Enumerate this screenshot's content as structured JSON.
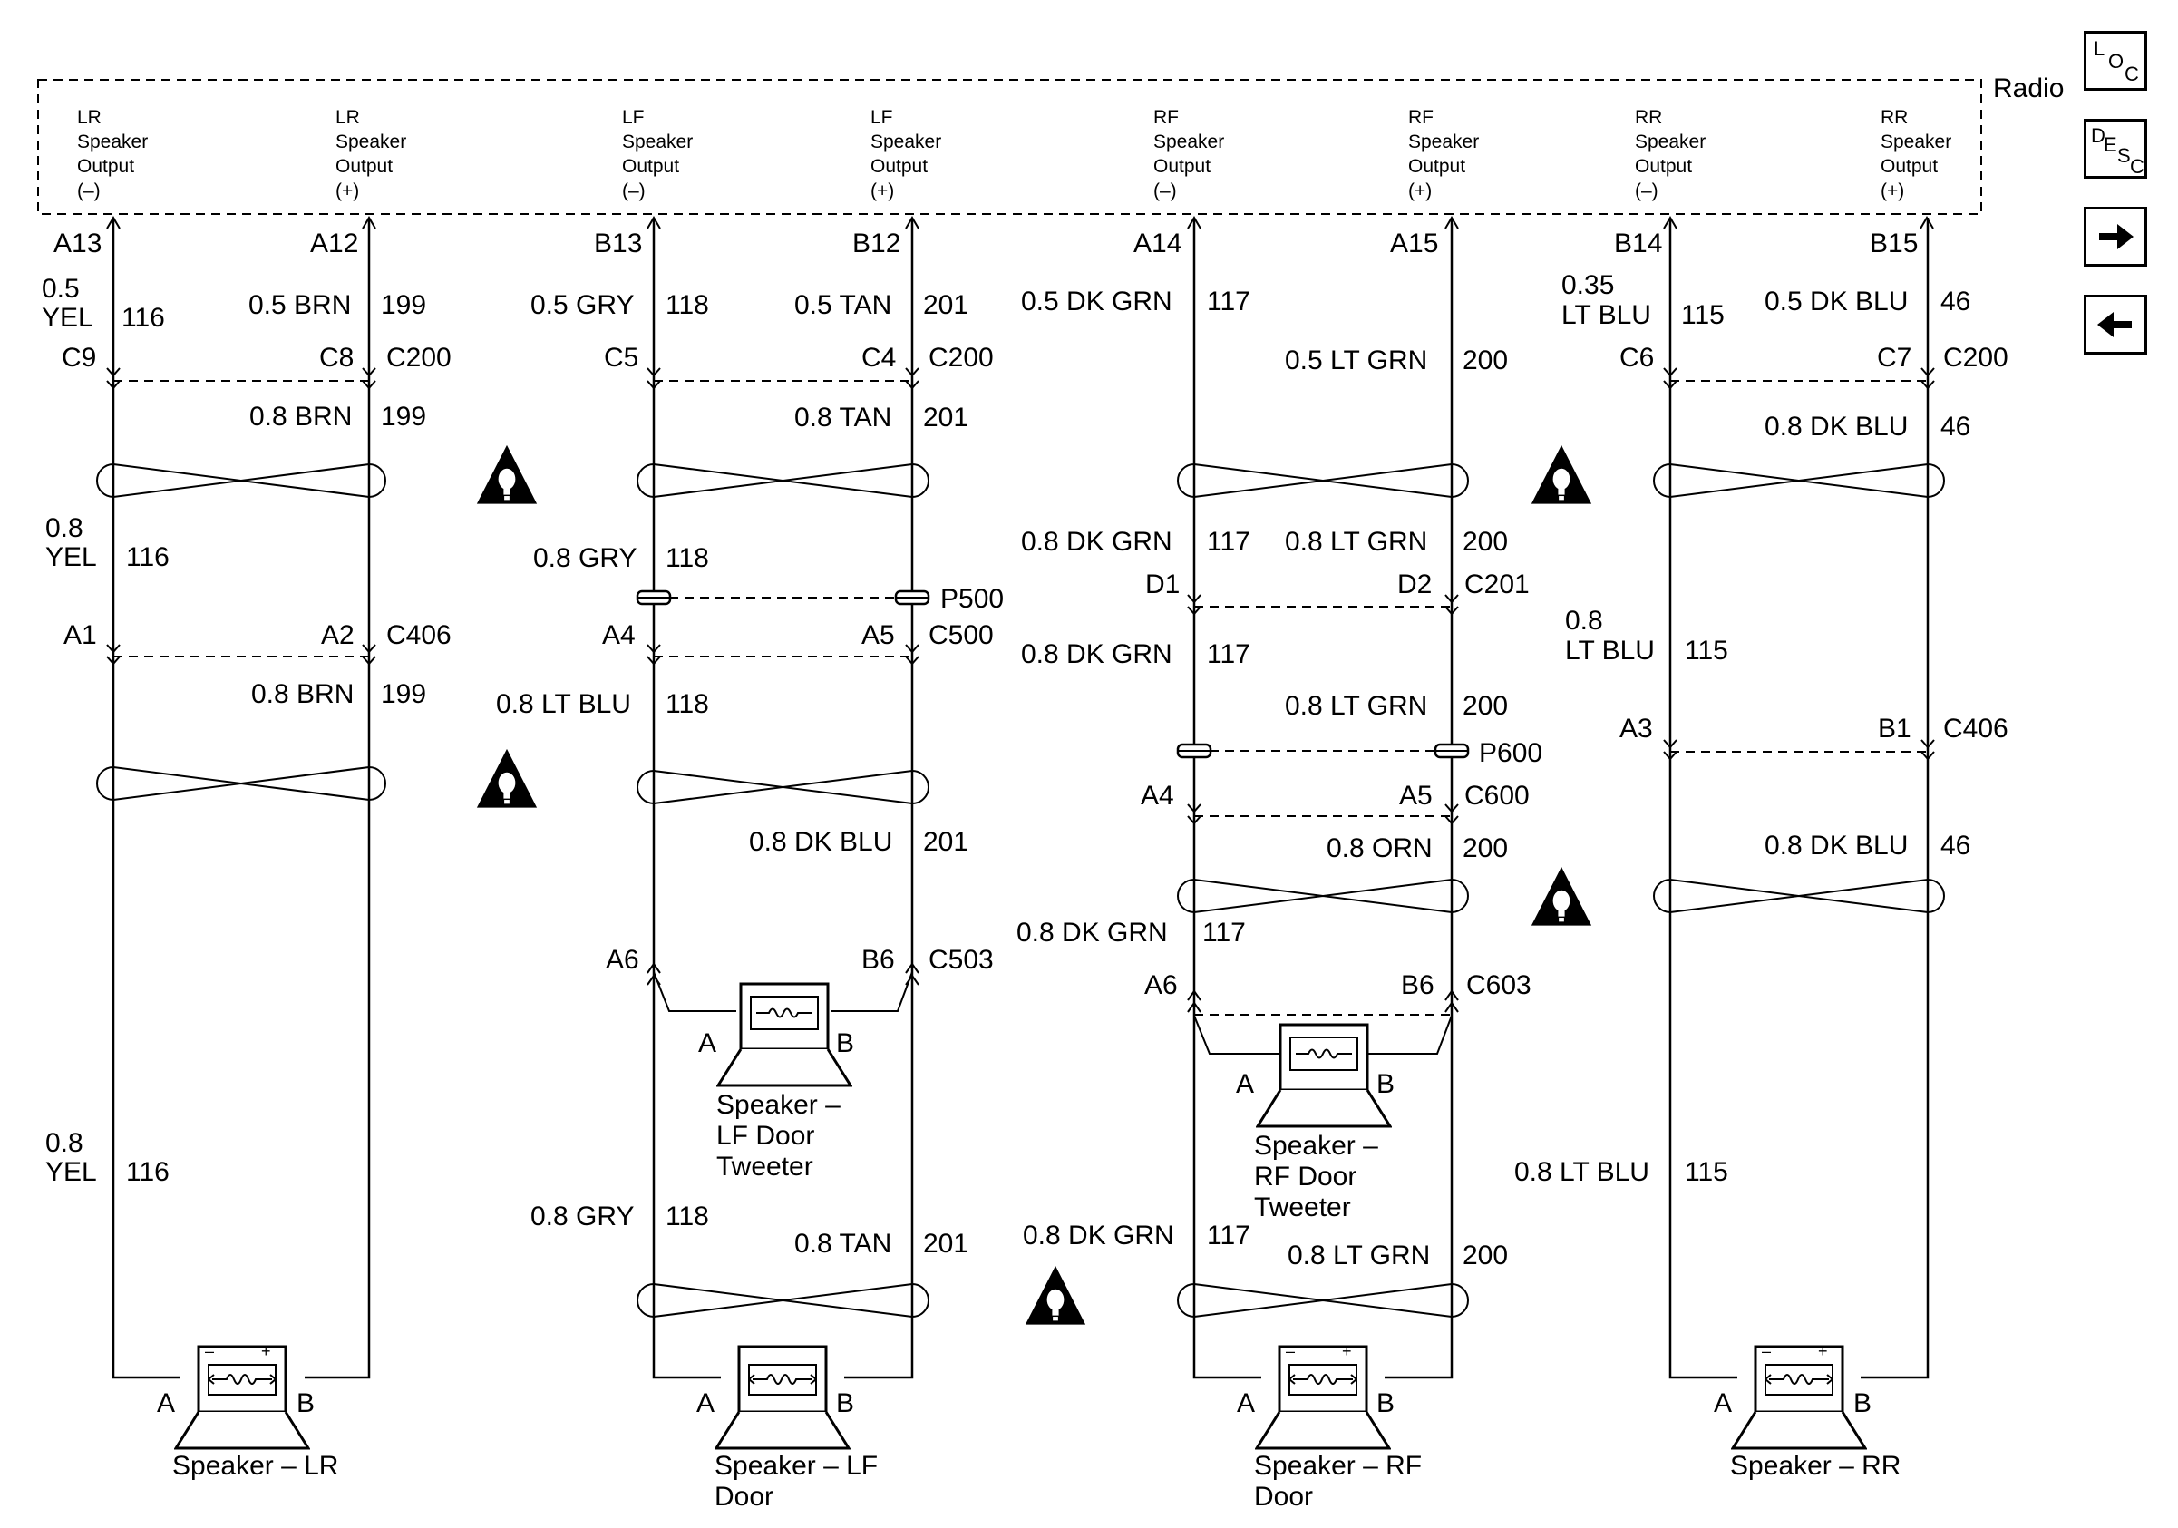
{
  "module_label": "Radio",
  "outputs": [
    {
      "l1": "LR",
      "l2": "Speaker",
      "l3": "Output",
      "l4": "(–)"
    },
    {
      "l1": "LR",
      "l2": "Speaker",
      "l3": "Output",
      "l4": "(+)"
    },
    {
      "l1": "LF",
      "l2": "Speaker",
      "l3": "Output",
      "l4": "(–)"
    },
    {
      "l1": "LF",
      "l2": "Speaker",
      "l3": "Output",
      "l4": "(+)"
    },
    {
      "l1": "RF",
      "l2": "Speaker",
      "l3": "Output",
      "l4": "(–)"
    },
    {
      "l1": "RF",
      "l2": "Speaker",
      "l3": "Output",
      "l4": "(+)"
    },
    {
      "l1": "RR",
      "l2": "Speaker",
      "l3": "Output",
      "l4": "(–)"
    },
    {
      "l1": "RR",
      "l2": "Speaker",
      "l3": "Output",
      "l4": "(+)"
    }
  ],
  "pins": [
    "A13",
    "A12",
    "B13",
    "B12",
    "A14",
    "A15",
    "B14",
    "B15"
  ],
  "wires": {
    "w1": [
      "0.5",
      "YEL",
      "116",
      "0.8",
      "YEL",
      "116",
      "0.8",
      "YEL",
      "116"
    ],
    "w2": [
      "0.5 BRN",
      "199",
      "0.8 BRN",
      "199",
      "0.8 BRN",
      "199"
    ],
    "w3": [
      "0.5 GRY",
      "118",
      "0.8 GRY",
      "118",
      "0.8 LT BLU",
      "118",
      "0.8 GRY",
      "118"
    ],
    "w4": [
      "0.5 TAN",
      "201",
      "0.8 TAN",
      "201",
      "0.8 DK BLU",
      "201",
      "0.8 TAN",
      "201"
    ],
    "w5": [
      "0.5 DK GRN",
      "117",
      "0.8 DK GRN",
      "117",
      "0.8 DK GRN",
      "117",
      "0.8 DK GRN",
      "117",
      "0.8 DK GRN",
      "117"
    ],
    "w6": [
      "0.5 LT GRN",
      "200",
      "0.8 LT GRN",
      "200",
      "0.8 LT GRN",
      "200",
      "0.8 ORN",
      "200",
      "0.8 LT GRN",
      "200"
    ],
    "w7": [
      "0.35",
      "LT BLU",
      "115",
      "0.8",
      "LT BLU",
      "115",
      "0.8 LT BLU",
      "115"
    ],
    "w8": [
      "0.5 DK BLU",
      "46",
      "0.8 DK BLU",
      "46",
      "0.8 DK BLU",
      "46"
    ]
  },
  "connectors": {
    "c_lr_c200": [
      "C9",
      "C8",
      "C200"
    ],
    "c_lf_c200": [
      "C5",
      "C4",
      "C200"
    ],
    "c_rr_c200": [
      "C6",
      "C7",
      "C200"
    ],
    "c201": [
      "D1",
      "D2",
      "C201"
    ],
    "c406_left": [
      "A1",
      "A2",
      "C406"
    ],
    "c500": [
      "A4",
      "A5",
      "C500"
    ],
    "c406_right": [
      "A3",
      "B1",
      "C406"
    ],
    "c600": [
      "A4",
      "A5",
      "C600"
    ],
    "c503": [
      "A6",
      "B6",
      "C503"
    ],
    "c603": [
      "A6",
      "B6",
      "C603"
    ],
    "p500": "P500",
    "p600": "P600"
  },
  "tweeters": {
    "lf": {
      "a": "A",
      "b": "B",
      "l1": "Speaker –",
      "l2": "LF Door",
      "l3": "Tweeter"
    },
    "rf": {
      "a": "A",
      "b": "B",
      "l1": "Speaker –",
      "l2": "RF Door",
      "l3": "Tweeter"
    }
  },
  "speakers": {
    "lr": {
      "a": "A",
      "b": "B",
      "l1": "Speaker – LR",
      "l2": ""
    },
    "lf": {
      "a": "A",
      "b": "B",
      "l1": "Speaker – LF",
      "l2": "Door"
    },
    "rf": {
      "a": "A",
      "b": "B",
      "l1": "Speaker – RF",
      "l2": "Door"
    },
    "rr": {
      "a": "A",
      "b": "B",
      "l1": "Speaker – RR",
      "l2": ""
    }
  },
  "nav": {
    "loc": {
      "l": "L",
      "o": "O",
      "c": "C"
    },
    "desc": {
      "d": "D",
      "e": "E",
      "s": "S",
      "c": "C"
    },
    "next_icon": "arrow-right-icon",
    "prev_icon": "arrow-left-icon"
  }
}
